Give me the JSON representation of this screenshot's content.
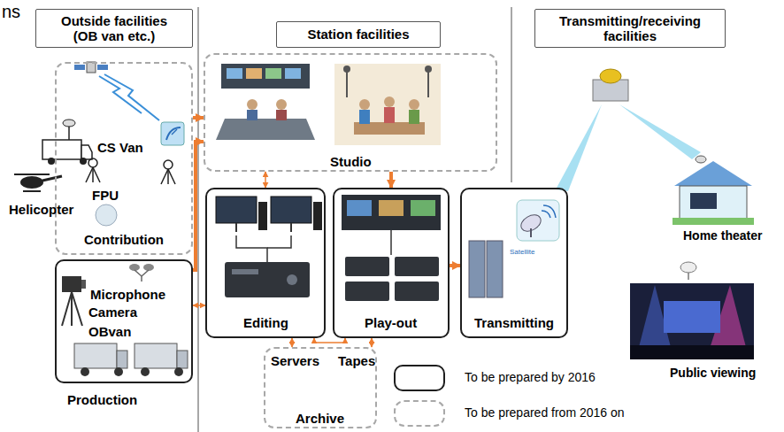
{
  "diagram": {
    "nodes": [
      {
        "text": [
          "Outside facilities (OB van etc.)"
        ]
      },
      {
        "text": [
          "Station facilities"
        ]
      },
      {
        "text": [
          "Transmitting/receiving facilities"
        ]
      },
      {
        "text": [
          "CS Van",
          "FPU",
          "Helicopter",
          "Contribution"
        ]
      },
      {
        "text": [
          "Microphone",
          "Camera",
          "OBvan",
          "Production"
        ]
      },
      {
        "text": [
          "Studio"
        ]
      },
      {
        "text": [
          "Editing"
        ]
      },
      {
        "text": [
          "Play-out"
        ]
      },
      {
        "text": [
          "Satellite",
          "Transmitting"
        ]
      },
      {
        "text": [
          "Servers",
          "Tapes",
          "Archive"
        ]
      }
    ],
    "edges": [
      {
        "from": 3,
        "to": 5,
        "arrow": "to"
      },
      {
        "from": 4,
        "to": 5,
        "arrow": "to"
      },
      {
        "from": 4,
        "to": 6,
        "arrow": "both"
      },
      {
        "from": 5,
        "to": 6,
        "arrow": "both"
      },
      {
        "from": 5,
        "to": 7,
        "arrow": "to"
      },
      {
        "from": 6,
        "to": 7,
        "arrow": "both"
      },
      {
        "from": 7,
        "to": 8,
        "arrow": "to"
      },
      {
        "from": 6,
        "to": 9,
        "arrow": "both"
      },
      {
        "from": 7,
        "to": 9,
        "arrow": "both"
      }
    ],
    "labels": [
      "ns",
      "Home theater",
      "Public viewing"
    ],
    "legend": [
      {
        "text": "To be prepared by 2016"
      },
      {
        "text": "To be prepared from 2016 on"
      }
    ]
  }
}
